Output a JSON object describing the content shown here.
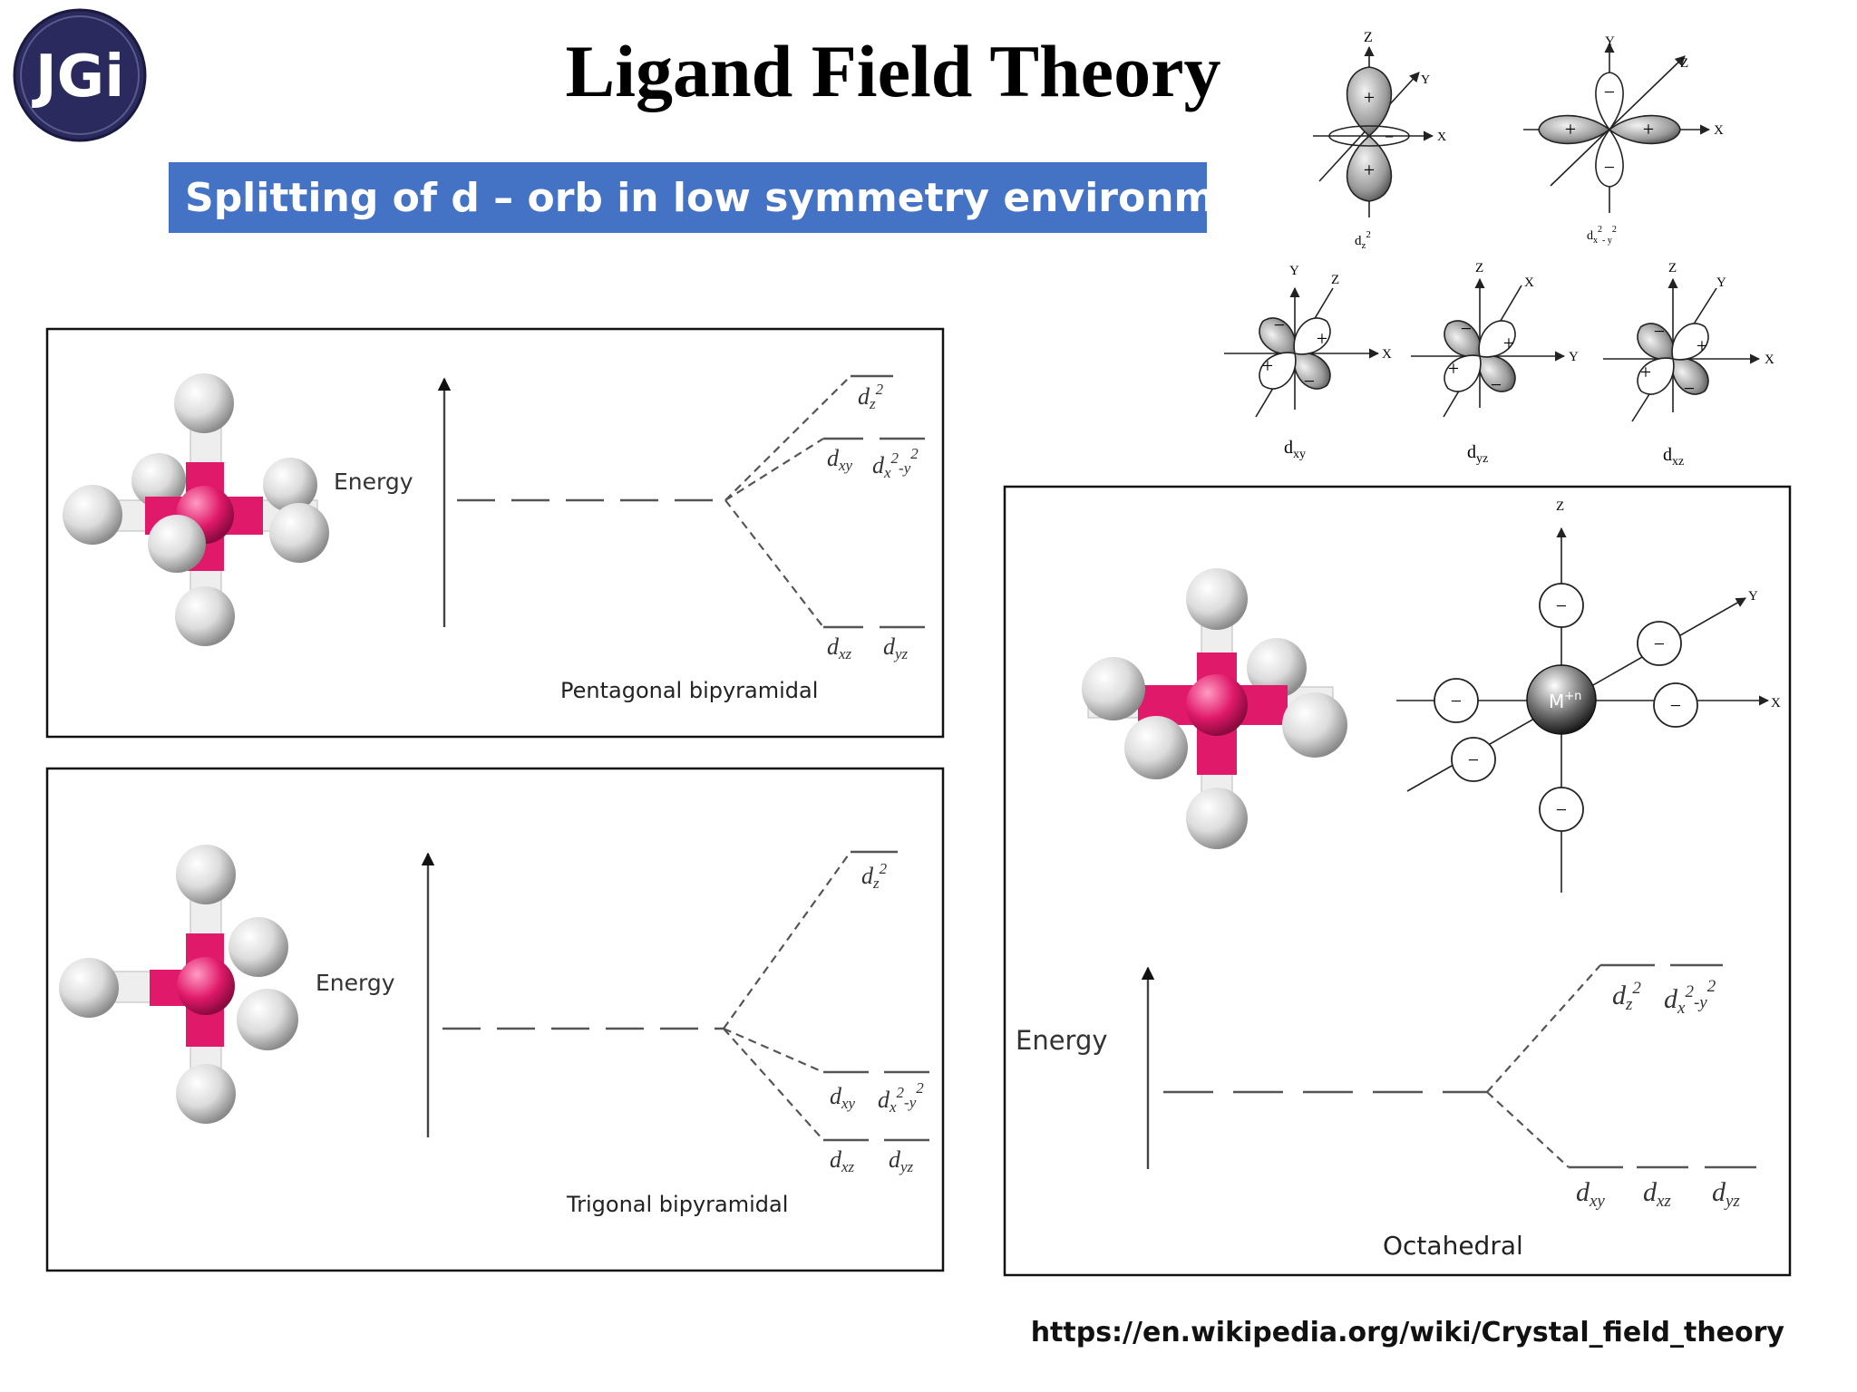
{
  "title": "Ligand Field Theory",
  "logo": {
    "text": "JGi",
    "color": "#2a2a5e"
  },
  "banner": {
    "text": "Splitting of d – orb in low symmetry environments:",
    "color": "#4472c4"
  },
  "source": "https://en.wikipedia.org/wiki/Crystal_field_theory",
  "colors": {
    "metal": "#e0196a",
    "ligand": "#e6e6e6",
    "lobe": "#9a9a9a"
  },
  "orbitals": {
    "dz2": {
      "label": "d",
      "sub": "z",
      "sup": "2",
      "axes": [
        "Z",
        "Y",
        "X"
      ],
      "signs": [
        "+",
        "+",
        "−"
      ]
    },
    "dx2y2": {
      "label": "d",
      "sub": "x",
      "sup": "2",
      "sub2": "- y",
      "sup2": "2",
      "axes": [
        "Y",
        "Z",
        "X"
      ],
      "signs": [
        "+",
        "+",
        "−",
        "−"
      ]
    },
    "dxy": {
      "label": "d",
      "sub": "xy",
      "axes": [
        "Y",
        "Z",
        "X"
      ],
      "signs": [
        "+",
        "+",
        "−",
        "−"
      ]
    },
    "dyz": {
      "label": "d",
      "sub": "yz",
      "axes": [
        "Z",
        "X",
        "Y"
      ],
      "signs": [
        "+",
        "+",
        "−",
        "−"
      ]
    },
    "dxz": {
      "label": "d",
      "sub": "xz",
      "axes": [
        "Z",
        "Y",
        "X"
      ],
      "signs": [
        "+",
        "+",
        "−",
        "−"
      ]
    }
  },
  "diagrams": {
    "pentagonal": {
      "energy": "Energy",
      "caption": "Pentagonal bipyramidal",
      "levels": [
        {
          "labels": [
            "dz2"
          ]
        },
        {
          "labels": [
            "dxy",
            "dx2-y2"
          ]
        },
        {
          "labels": [
            "dxz",
            "dyz"
          ]
        }
      ]
    },
    "trigonal": {
      "energy": "Energy",
      "caption": "Trigonal bipyramidal",
      "levels": [
        {
          "labels": [
            "dz2"
          ]
        },
        {
          "labels": [
            "dxy",
            "dx2-y2"
          ]
        },
        {
          "labels": [
            "dxz",
            "dyz"
          ]
        }
      ]
    },
    "octahedral": {
      "energy": "Energy",
      "caption": "Octahedral",
      "metal_label": "M",
      "metal_charge": "+n",
      "ligand_charge": "−",
      "axes": [
        "Z",
        "Y",
        "X"
      ],
      "levels": [
        {
          "labels": [
            "dz2",
            "dx2-y2"
          ]
        },
        {
          "labels": [
            "dxy",
            "dxz",
            "dyz"
          ]
        }
      ]
    }
  }
}
